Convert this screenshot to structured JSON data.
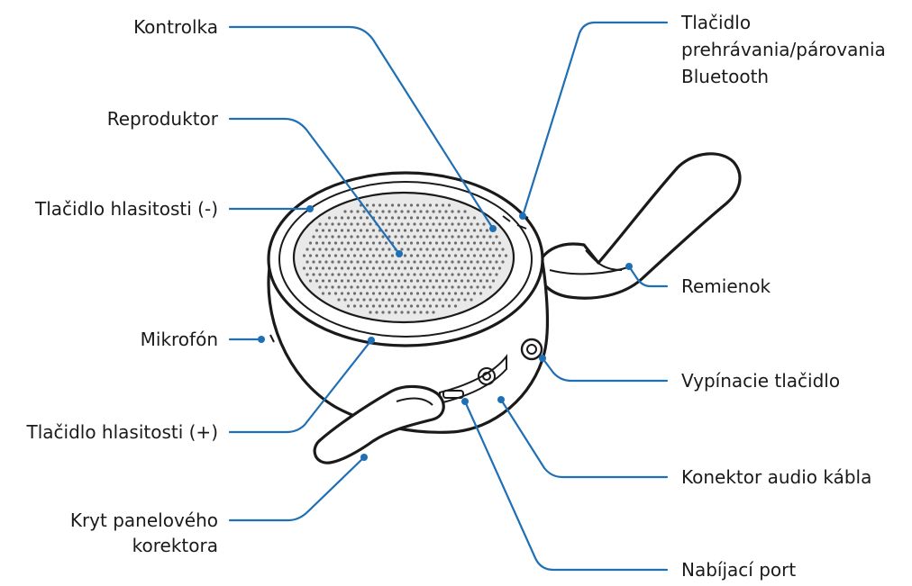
{
  "labels": {
    "indicator": "Kontrolka",
    "speaker": "Reproduktor",
    "volume_down": "Tlačidlo hlasitosti (-)",
    "microphone": "Mikrofón",
    "volume_up": "Tlačidlo hlasitosti (+)",
    "cover_line1": "Kryt panelového",
    "cover_line2": "korektora",
    "play_line1": "Tlačidlo",
    "play_line2": "prehrávania/párovania",
    "play_line3": "Bluetooth",
    "strap": "Remienok",
    "power": "Vypínacie tlačidlo",
    "audio_jack": "Konektor audio kábla",
    "charging_port": "Nabíjací port"
  },
  "colors": {
    "leader": "#1f6fb5",
    "outline": "#1a1a1a",
    "text": "#1a1a1a"
  }
}
